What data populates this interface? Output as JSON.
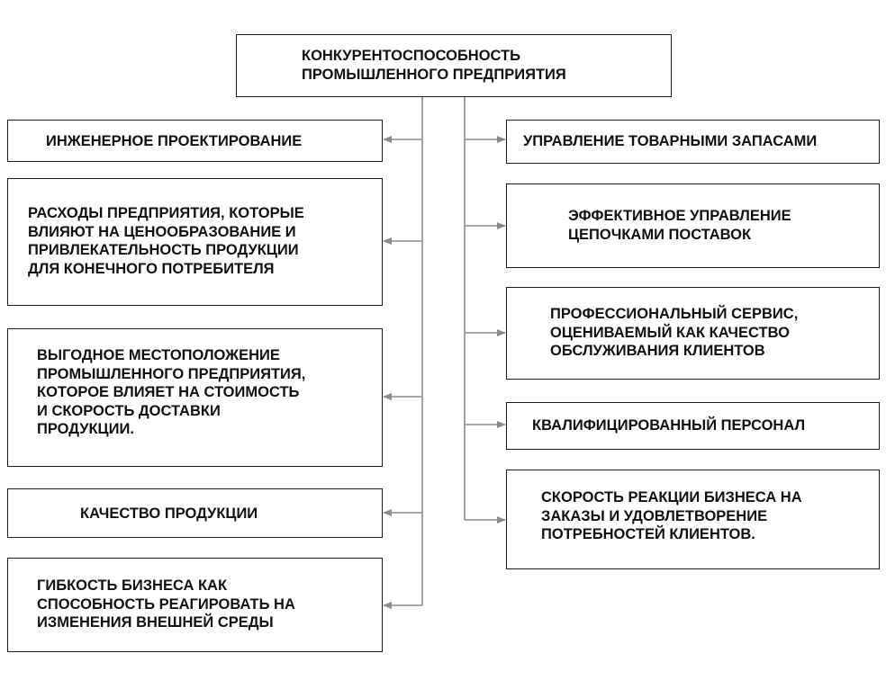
{
  "colors": {
    "border": "#1a1a1a",
    "connector": "#8c8c8c",
    "text": "#111111",
    "background": "#ffffff"
  },
  "diagram": {
    "root": {
      "lines": [
        "КОНКУРЕНТОСПОСОБНОСТЬ",
        "ПРОМЫШЛЕННОГО ПРЕДПРИЯТИЯ"
      ]
    },
    "left_items": [
      {
        "lines": [
          "ИНЖЕНЕРНОЕ ПРОЕКТИРОВАНИЕ"
        ]
      },
      {
        "lines": [
          "РАСХОДЫ ПРЕДПРИЯТИЯ, КОТОРЫЕ",
          "ВЛИЯЮТ НА ЦЕНООБРАЗОВАНИЕ И",
          "ПРИВЛЕКАТЕЛЬНОСТЬ ПРОДУКЦИИ",
          "ДЛЯ КОНЕЧНОГО ПОТРЕБИТЕЛЯ"
        ]
      },
      {
        "lines": [
          "ВЫГОДНОЕ МЕСТОПОЛОЖЕНИЕ",
          "ПРОМЫШЛЕННОГО ПРЕДПРИЯТИЯ,",
          "КОТОРОЕ ВЛИЯЕТ НА СТОИМОСТЬ",
          "И СКОРОСТЬ ДОСТАВКИ",
          "ПРОДУКЦИИ."
        ]
      },
      {
        "lines": [
          "КАЧЕСТВО ПРОДУКЦИИ"
        ]
      },
      {
        "lines": [
          "ГИБКОСТЬ БИЗНЕСА КАК",
          "СПОСОБНОСТЬ РЕАГИРОВАТЬ НА",
          "ИЗМЕНЕНИЯ ВНЕШНЕЙ СРЕДЫ"
        ]
      }
    ],
    "right_items": [
      {
        "lines": [
          "УПРАВЛЕНИЕ ТОВАРНЫМИ ЗАПАСАМИ"
        ]
      },
      {
        "lines": [
          "ЭФФЕКТИВНОЕ УПРАВЛЕНИЕ",
          "ЦЕПОЧКАМИ ПОСТАВОК"
        ]
      },
      {
        "lines": [
          "ПРОФЕССИОНАЛЬНЫЙ СЕРВИС,",
          "ОЦЕНИВАЕМЫЙ КАК КАЧЕСТВО",
          "ОБСЛУЖИВАНИЯ КЛИЕНТОВ"
        ]
      },
      {
        "lines": [
          "КВАЛИФИЦИРОВАННЫЙ ПЕРСОНАЛ"
        ]
      },
      {
        "lines": [
          "СКОРОСТЬ РЕАКЦИИ БИЗНЕСА НА",
          "ЗАКАЗЫ И УДОВЛЕТВОРЕНИЕ",
          "ПОТРЕБНОСТЕЙ КЛИЕНТОВ."
        ]
      }
    ]
  }
}
